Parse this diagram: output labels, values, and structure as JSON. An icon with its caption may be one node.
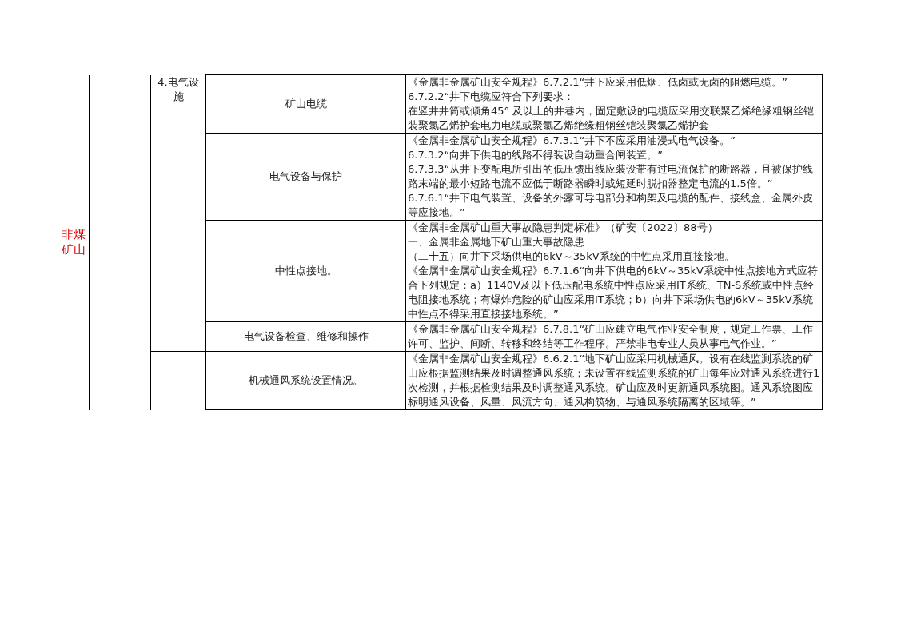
{
  "diagram": {
    "labels": [
      "非煤矿山",
      "4.电气设施",
      "矿山电缆",
      "《金属非金属矿山安全规程》6.7.2.1“井下应采用低烟、低卤或无卤的阻燃电缆。”",
      "6.7.2.2“井下电缆应符合下列要求：",
      "在竖井井筒或倾角45° 及以上的井巷内，固定敷设的电缆应采用交联聚乙烯绝缘粗钢丝铠装聚氯乙烯护套电力电缆或聚氯乙烯绝缘粗钢丝铠装聚氯乙烯护套",
      "电气设备与保护",
      "《金属非金属矿山安全规程》6.7.3.1“井下不应采用油浸式电气设备。”",
      "6.7.3.2“向井下供电的线路不得装设自动重合闸装置。”",
      "6.7.3.3“从井下变配电所引出的低压馈出线应装设带有过电流保护的断路器，且被保护线路末端的最小短路电流不应低于断路器瞬时或短延时脱扣器整定电流的1.5倍。”",
      "6.7.6.1“井下电气装置、设备的外露可导电部分和构架及电缆的配件、接线盒、金属外皮等应接地。”",
      "中性点接地。",
      "《金属非金属矿山重大事故隐患判定标准》（矿安〔2022〕88号）",
      "一、金属非金属地下矿山重大事故隐患",
      "（二十五）向井下采场供电的6kV～35kV系统的中性点采用直接接地。",
      "《金属非金属矿山安全规程》6.7.1.6“向井下供电的6kV～35kV系统中性点接地方式应符合下列规定：a）1140V及以下低压配电系统中性点应采用IT系统、TN-S系统或中性点经电阻接地系统；有爆炸危险的矿山应采用IT系统；b）向井下采场供电的6kV～35kV系统中性点不得采用直接接地系统。”",
      "电气设备检查、维修和操作",
      "《金属非金属矿山安全规程》6.7.8.1“矿山应建立电气作业安全制度，规定工作票、工作许可、监护、间断、转移和终结等工作程序。严禁非电专业人员从事电气作业。”",
      "机械通风系统设置情况。",
      "《金属非金属矿山安全规程》6.6.2.1“地下矿山应采用机械通风。设有在线监测系统的矿山应根据监测结果及时调整通风系统；未设置在线监测系统的矿山每年应对通风系统进行1次检测，并根据检测结果及时调整通风系统。矿山应及时更新通风系统图。通风系统图应标明通风设备、风量、风流方向、通风构筑物、与通风系统隔离的区域等。”"
    ]
  }
}
